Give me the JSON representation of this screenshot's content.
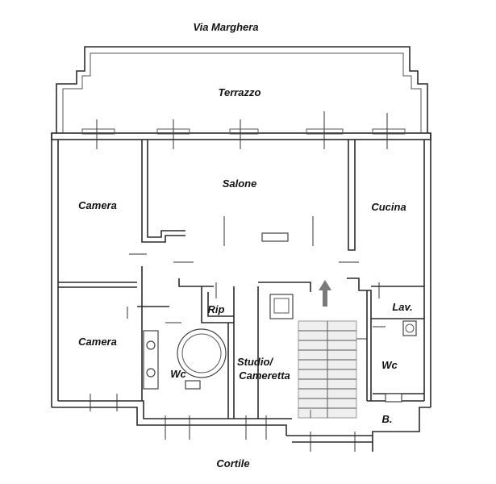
{
  "labels": {
    "street": "Via Marghera",
    "terrace": "Terrazzo",
    "living": "Salone",
    "bedroom_top": "Camera",
    "kitchen": "Cucina",
    "storage": "Rip",
    "laundry": "Lav.",
    "bedroom_bottom": "Camera",
    "bathroom_center": "Wc",
    "study_line1": "Studio/",
    "study_line2": "Cameretta",
    "bathroom_right": "Wc",
    "balcony_small": "B.",
    "courtyard": "Cortile"
  },
  "colors": {
    "wall": "#2a2a2a",
    "background": "#ffffff",
    "arrow": "#7a7a7a",
    "stairs": "#efefef"
  },
  "icons": {
    "entrance_arrow": "up-arrow-icon"
  }
}
